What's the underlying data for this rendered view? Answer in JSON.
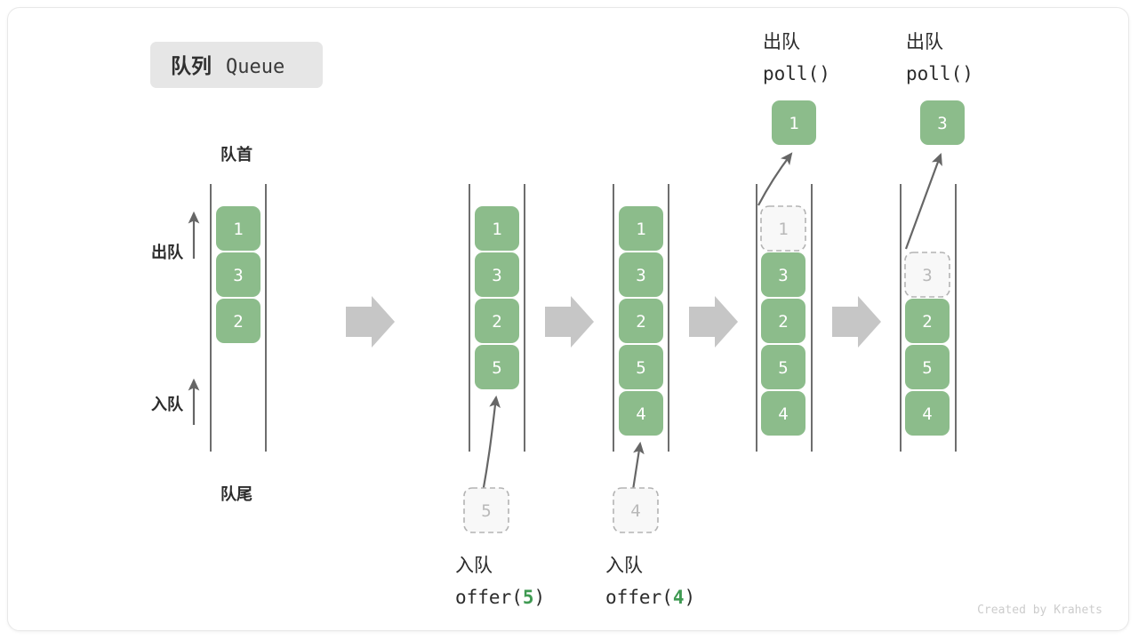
{
  "title": {
    "cn": "队列",
    "en": "Queue"
  },
  "labels": {
    "front": "队首",
    "rear": "队尾",
    "dequeue_side": "出队",
    "enqueue_side": "入队"
  },
  "colors": {
    "node_green": "#8cbc8b",
    "accent_green": "#3f9a52",
    "ghost_border": "#b4b4b4",
    "ghost_fill": "#f8f8f8",
    "rail": "#555555",
    "arrow_gray": "#666666",
    "block_arrow": "#c6c6c6",
    "badge_bg": "#e6e6e6",
    "card_border": "#e8e8e8"
  },
  "icons": {
    "step_transition": "right-block-arrow-icon",
    "enqueue_direction": "up-arrow-icon",
    "dequeue_direction": "up-arrow-icon",
    "insert_motion": "curved-up-arrow-icon",
    "remove_motion": "curved-up-arrow-icon"
  },
  "columns": [
    {
      "id": "state-initial",
      "capacity": 5,
      "items": [
        "1",
        "3",
        "2"
      ],
      "ghost": null,
      "ghost_slot": null,
      "extracted": null,
      "top_label": null,
      "bottom_label": null
    },
    {
      "id": "state-after-offer-5",
      "capacity": 5,
      "items": [
        "1",
        "3",
        "2",
        "5"
      ],
      "ghost": "5",
      "ghost_slot": "below",
      "extracted": null,
      "top_label": null,
      "bottom_label": {
        "cn": "入队",
        "code_prefix": "offer(",
        "code_arg": "5",
        "code_suffix": ")"
      }
    },
    {
      "id": "state-after-offer-4",
      "capacity": 5,
      "items": [
        "1",
        "3",
        "2",
        "5",
        "4"
      ],
      "ghost": "4",
      "ghost_slot": "below",
      "extracted": null,
      "top_label": null,
      "bottom_label": {
        "cn": "入队",
        "code_prefix": "offer(",
        "code_arg": "4",
        "code_suffix": ")"
      }
    },
    {
      "id": "state-after-poll-1",
      "capacity": 5,
      "items": [
        "3",
        "2",
        "5",
        "4"
      ],
      "ghost": "1",
      "ghost_slot": 0,
      "extracted": "1",
      "top_label": {
        "cn": "出队",
        "code_prefix": "poll(",
        "code_arg": "",
        "code_suffix": ")"
      },
      "bottom_label": null
    },
    {
      "id": "state-after-poll-3",
      "capacity": 5,
      "items": [
        "2",
        "5",
        "4"
      ],
      "ghost": "3",
      "ghost_slot": 1,
      "extracted": "3",
      "top_label": {
        "cn": "出队",
        "code_prefix": "poll(",
        "code_arg": "",
        "code_suffix": ")"
      },
      "bottom_label": null
    }
  ],
  "transitions": [
    "step-arrow-1",
    "step-arrow-2",
    "step-arrow-3",
    "step-arrow-4"
  ],
  "credit": "Created by Krahets"
}
